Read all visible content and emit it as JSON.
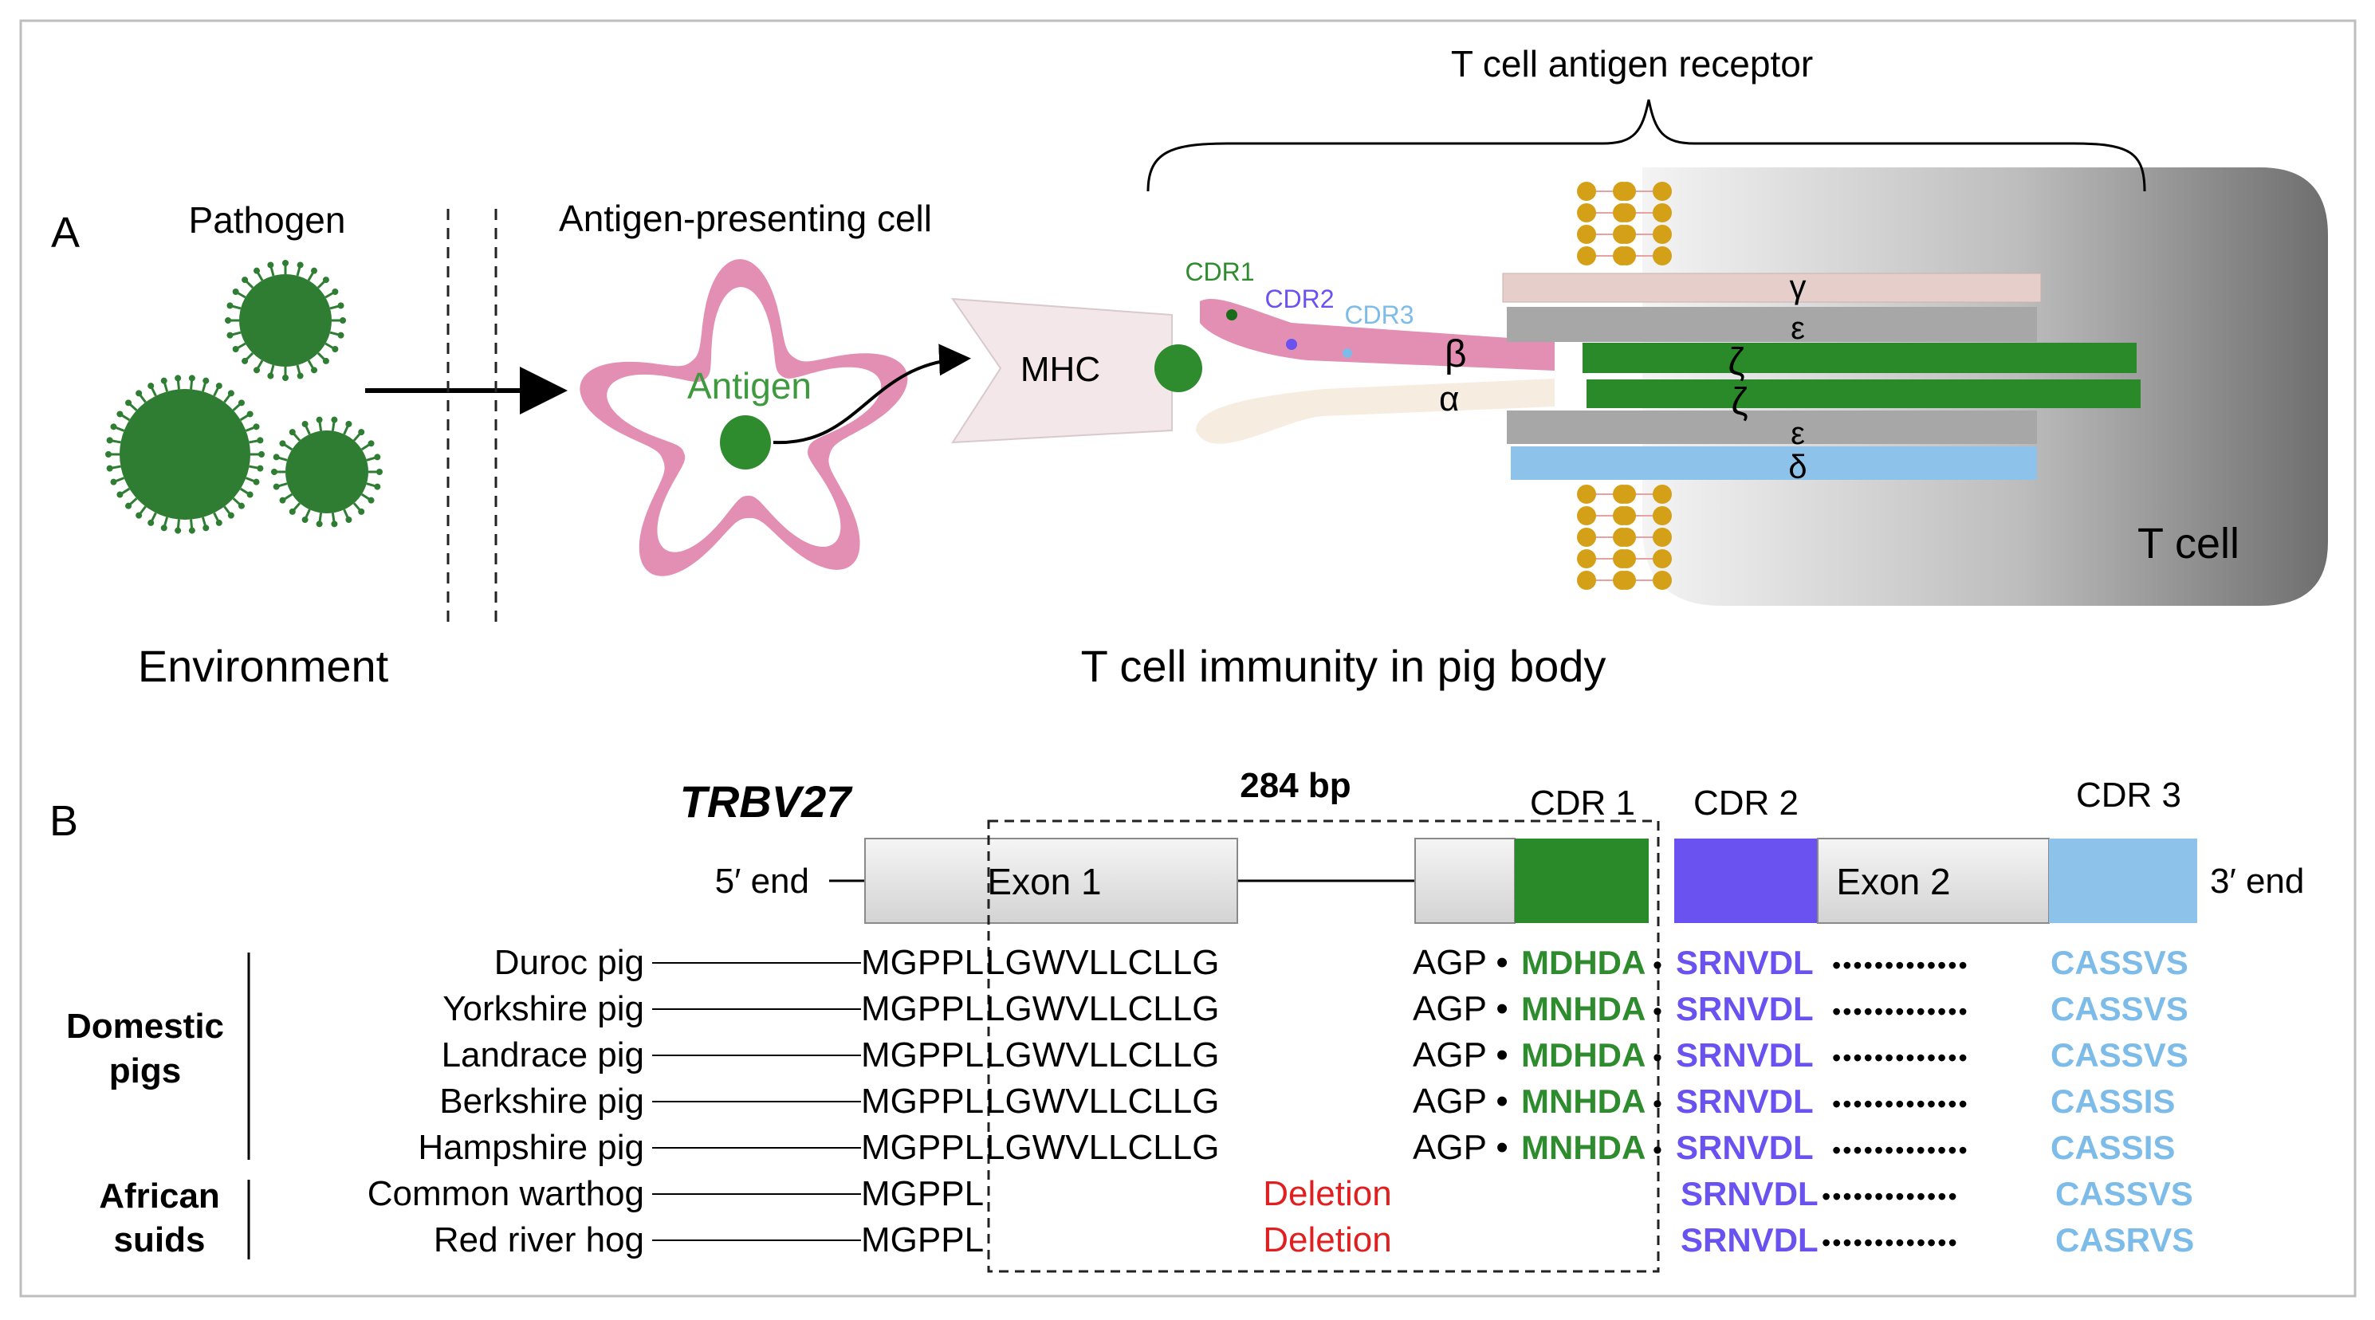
{
  "panelA": {
    "label": "A",
    "pathogen": "Pathogen",
    "apc": "Antigen-presenting  cell",
    "antigen": "Antigen",
    "mhc": "MHC",
    "cdr1": "CDR1",
    "cdr2": "CDR2",
    "cdr3": "CDR3",
    "tcr_title": "T cell antigen receptor",
    "beta": "β",
    "alpha": "α",
    "gamma": "γ",
    "epsilon_top": "ε",
    "zeta_top": "ζ",
    "zeta_bottom": "ζ",
    "epsilon_bottom": "ε",
    "delta": "δ",
    "tcell": "T cell",
    "environment": "Environment",
    "immunity": "T cell immunity  in pig body"
  },
  "panelB": {
    "label": "B",
    "gene": "TRBV27",
    "bp": "284 bp",
    "cdr1": "CDR 1",
    "cdr2": "CDR 2",
    "cdr3": "CDR 3",
    "end5": "5′ end",
    "end3": "3′ end",
    "exon1": "Exon 1",
    "exon2": "Exon 2",
    "domestic": [
      "Domestic",
      "pigs"
    ],
    "african": [
      "African",
      "suids"
    ],
    "rows": [
      {
        "name": "Duroc pig",
        "sig": "MGPPL",
        "tail": "LGWVLLCLLG",
        "mid": "AGP •",
        "cdr1": "MDHDA",
        "cdr2": "SRNVDL",
        "cdr3": "CASSVS"
      },
      {
        "name": "Yorkshire pig",
        "sig": "MGPPL",
        "tail": "LGWVLLCLLG",
        "mid": "AGP •",
        "cdr1": "MNHDA",
        "cdr2": "SRNVDL",
        "cdr3": "CASSVS"
      },
      {
        "name": "Landrace pig",
        "sig": "MGPPL",
        "tail": "LGWVLLCLLG",
        "mid": "AGP •",
        "cdr1": "MDHDA",
        "cdr2": "SRNVDL",
        "cdr3": "CASSVS"
      },
      {
        "name": "Berkshire pig",
        "sig": "MGPPL",
        "tail": "LGWVLLCLLG",
        "mid": "AGP •",
        "cdr1": "MNHDA",
        "cdr2": "SRNVDL",
        "cdr3": "CASSIS"
      },
      {
        "name": "Hampshire pig",
        "sig": "MGPPL",
        "tail": "LGWVLLCLLG",
        "mid": "AGP •",
        "cdr1": "MNHDA",
        "cdr2": "SRNVDL",
        "cdr3": "CASSIS"
      },
      {
        "name": "Common  warthog",
        "sig": "MGPPL",
        "deletion": "Deletion",
        "cdr2": "SRNVDL",
        "cdr3": "CASSVS"
      },
      {
        "name": "Red river  hog",
        "sig": "MGPPL",
        "deletion": "Deletion",
        "cdr2": "SRNVDL",
        "cdr3": "CASRVS"
      }
    ]
  },
  "colors": {
    "pathogen_green": "#2e7d32",
    "antigen_green": "#2e8b2e",
    "flower_pink": "#e38fb4",
    "cdr1_green": "#2e8b2e",
    "cdr2_purple": "#6a52f0",
    "cdr3_blue": "#7dbce8",
    "deletion_red": "#e02020"
  }
}
